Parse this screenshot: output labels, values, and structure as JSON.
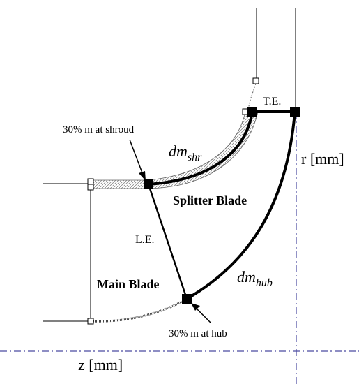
{
  "labels": {
    "te": "T.E.",
    "le": "L.E.",
    "r_axis": "r [mm]",
    "z_axis": "z [mm]",
    "shroud_note": "30% m at shroud",
    "hub_note": "30% m at hub",
    "splitter": "Splitter Blade",
    "main": "Main Blade",
    "dm_shr_base": "dm",
    "dm_shr_sub": "shr",
    "dm_hub_base": "dm",
    "dm_hub_sub": "hub"
  },
  "colors": {
    "line": "#000000",
    "axis_dashdot": "#4a4aa0",
    "hatch": "#777777"
  }
}
